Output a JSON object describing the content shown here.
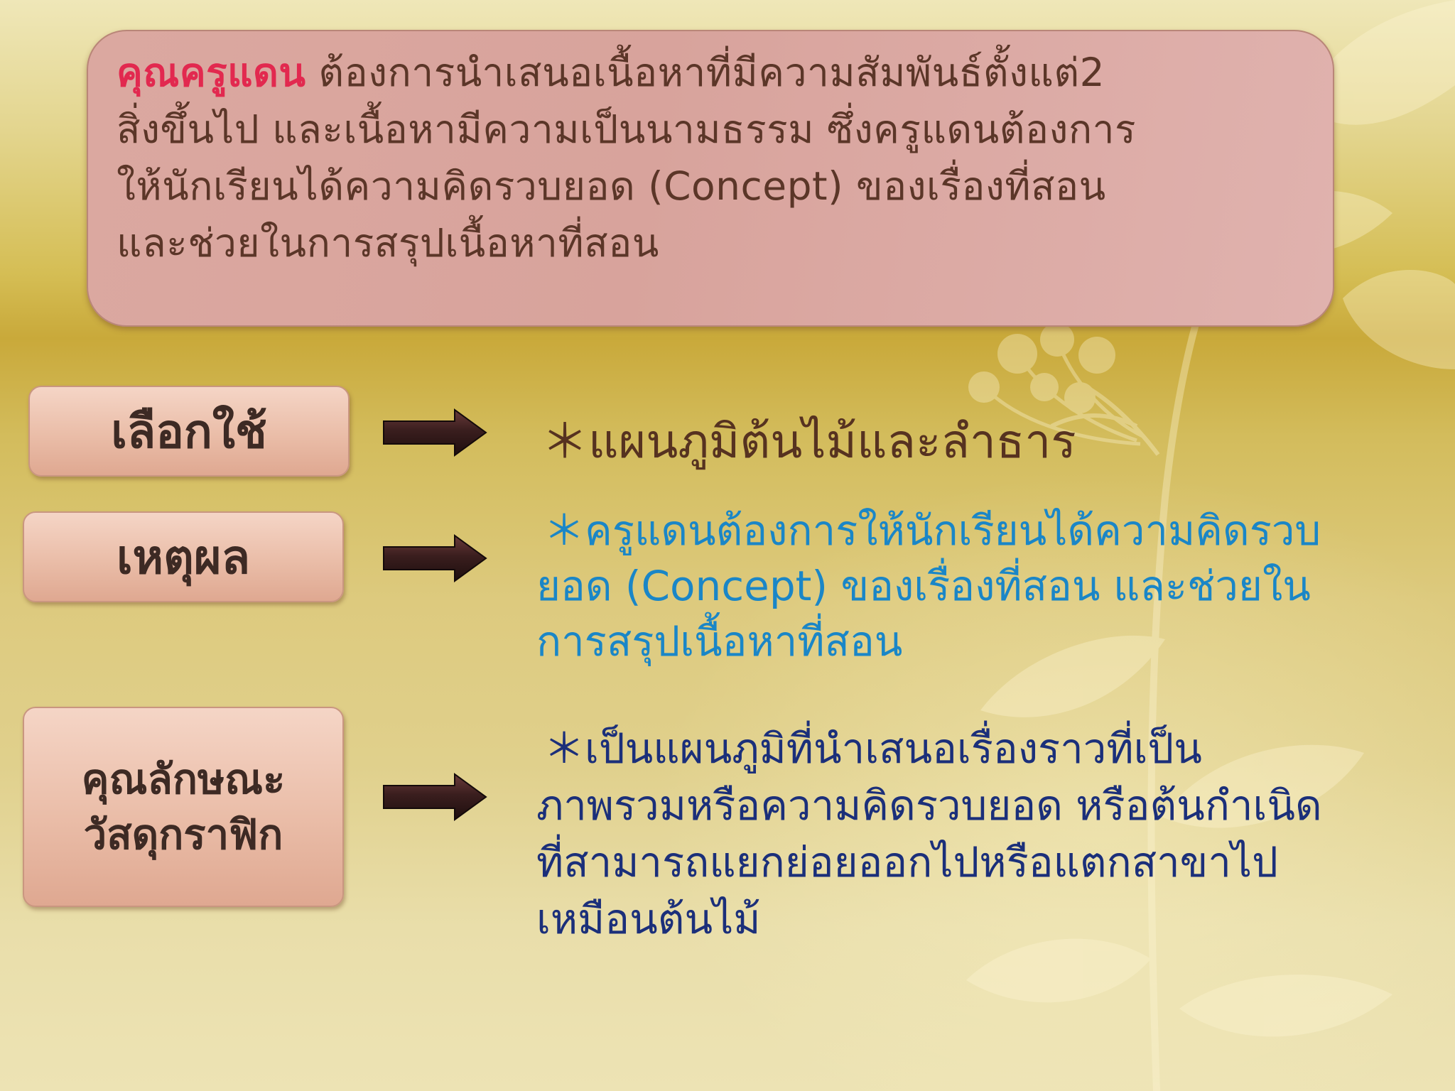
{
  "colors": {
    "intro_name": "#e2294f",
    "intro_text": "#5b3628",
    "answer_choice": "#563220",
    "answer_reason": "#1a86c7",
    "answer_characteristic": "#1b2f7a",
    "label_text": "#3d2a24",
    "arrow": "#3a1e1e"
  },
  "intro": {
    "name": "คุณครูแดน",
    "lines": [
      " ต้องการนำเสนอเนื้อหาที่มีความสัมพันธ์ตั้งแต่2",
      "สิ่งขึ้นไป และเนื้อหามีความเป็นนามธรรม ซึ่งครูแดนต้องการ",
      "ให้นักเรียนได้ความคิดรวบยอด (Concept) ของเรื่องที่สอน",
      "และช่วยในการสรุปเนื้อหาที่สอน"
    ]
  },
  "rows": [
    {
      "label": [
        "เลือกใช้"
      ],
      "arrow_icon": "right-arrow-icon",
      "answer": [
        "＊แผนภูมิต้นไม้และลำธาร"
      ]
    },
    {
      "label": [
        "เหตุผล"
      ],
      "arrow_icon": "right-arrow-icon",
      "answer": [
        "＊ครูแดนต้องการให้นักเรียนได้ความคิดรวบ",
        "ยอด (Concept) ของเรื่องที่สอน และช่วยใน",
        "การสรุปเนื้อหาที่สอน"
      ]
    },
    {
      "label": [
        "คุณลักษณะ",
        "วัสดุกราฟิก"
      ],
      "arrow_icon": "right-arrow-icon",
      "answer": [
        "＊เป็นแผนภูมิที่นำเสนอเรื่องราวที่เป็น",
        "ภาพรวมหรือความคิดรวบยอด หรือต้นกำเนิด",
        "ที่สามารถแยกย่อยออกไปหรือแตกสาขาไป",
        "เหมือนต้นไม้"
      ]
    }
  ]
}
